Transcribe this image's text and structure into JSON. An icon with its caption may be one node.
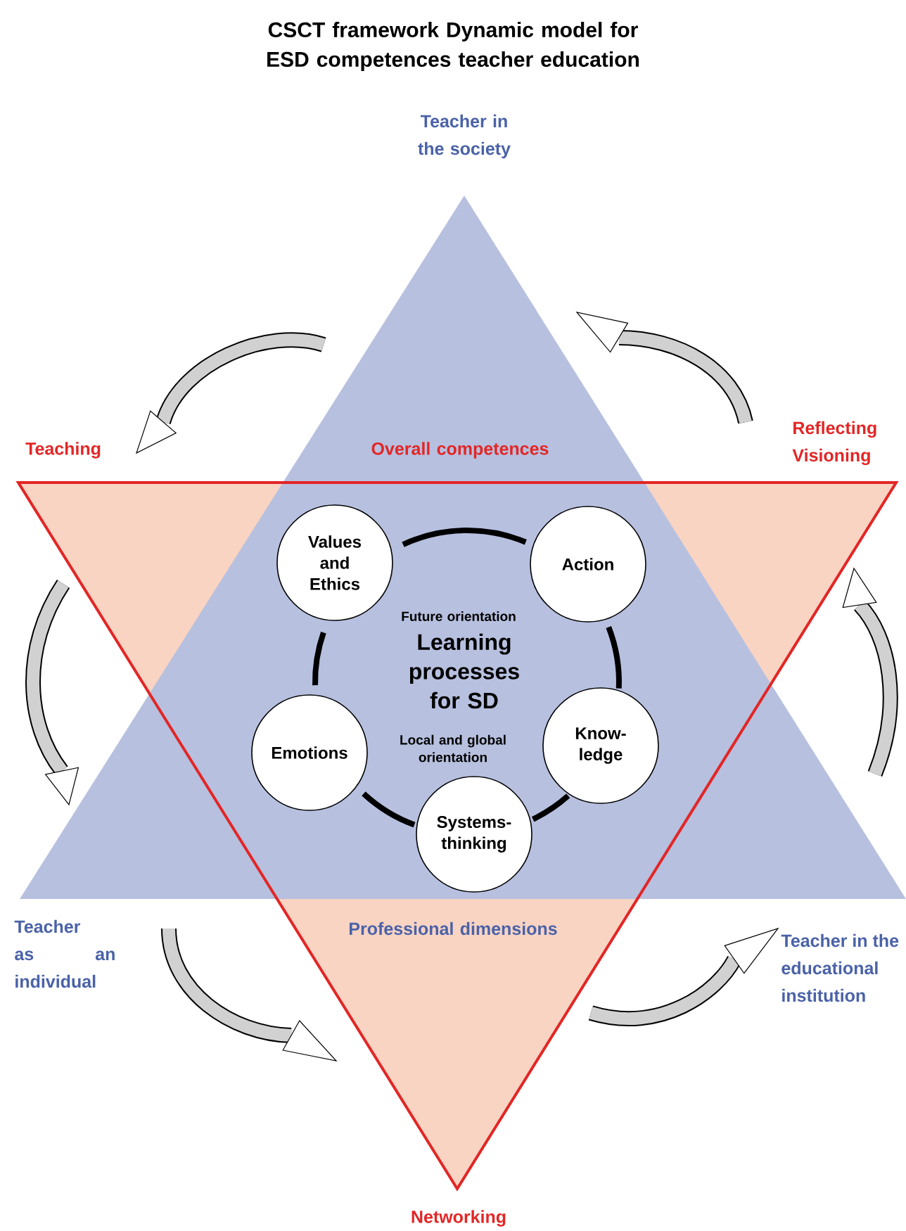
{
  "diagram": {
    "title": "CSCT framework Dynamic model for ESD competences teacher education",
    "nodes": [
      {
        "text": [
          "Future orientation",
          "Learning processes for SD",
          "Local and global orientation"
        ]
      },
      {
        "text": [
          "Values and Ethics"
        ]
      },
      {
        "text": [
          "Action"
        ]
      },
      {
        "text": [
          "Emotions"
        ]
      },
      {
        "text": [
          "Know-ledge"
        ]
      },
      {
        "text": [
          "Systems-thinking"
        ]
      }
    ],
    "labels": [
      "Teacher in the society",
      "Teaching",
      "Overall competences",
      "Reflecting Visioning",
      "Teacher as an individual",
      "Professional dimensions",
      "Teacher in the educational institution",
      "Networking"
    ]
  }
}
